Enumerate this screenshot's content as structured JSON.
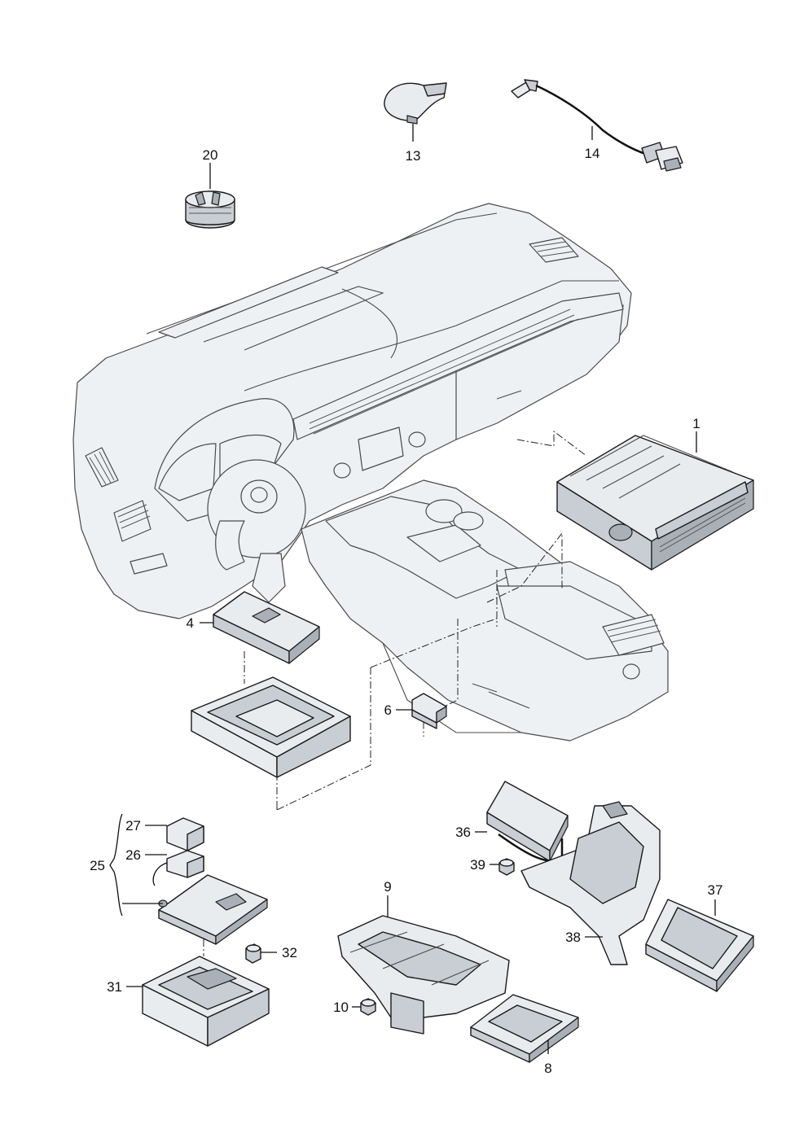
{
  "callouts": {
    "p1": "1",
    "p4": "4",
    "p6": "6",
    "p8": "8",
    "p9": "9",
    "p10": "10",
    "p13": "13",
    "p14": "14",
    "p20": "20",
    "p25": "25",
    "p26": "26",
    "p27": "27",
    "p31": "31",
    "p32": "32",
    "p36": "36",
    "p37": "37",
    "p38": "38",
    "p39": "39"
  },
  "colors": {
    "line": "#1a1a1a",
    "part_fill": "#e9ecef",
    "part_shade": "#c9ced4",
    "ghost_fill": "#eef1f4"
  }
}
